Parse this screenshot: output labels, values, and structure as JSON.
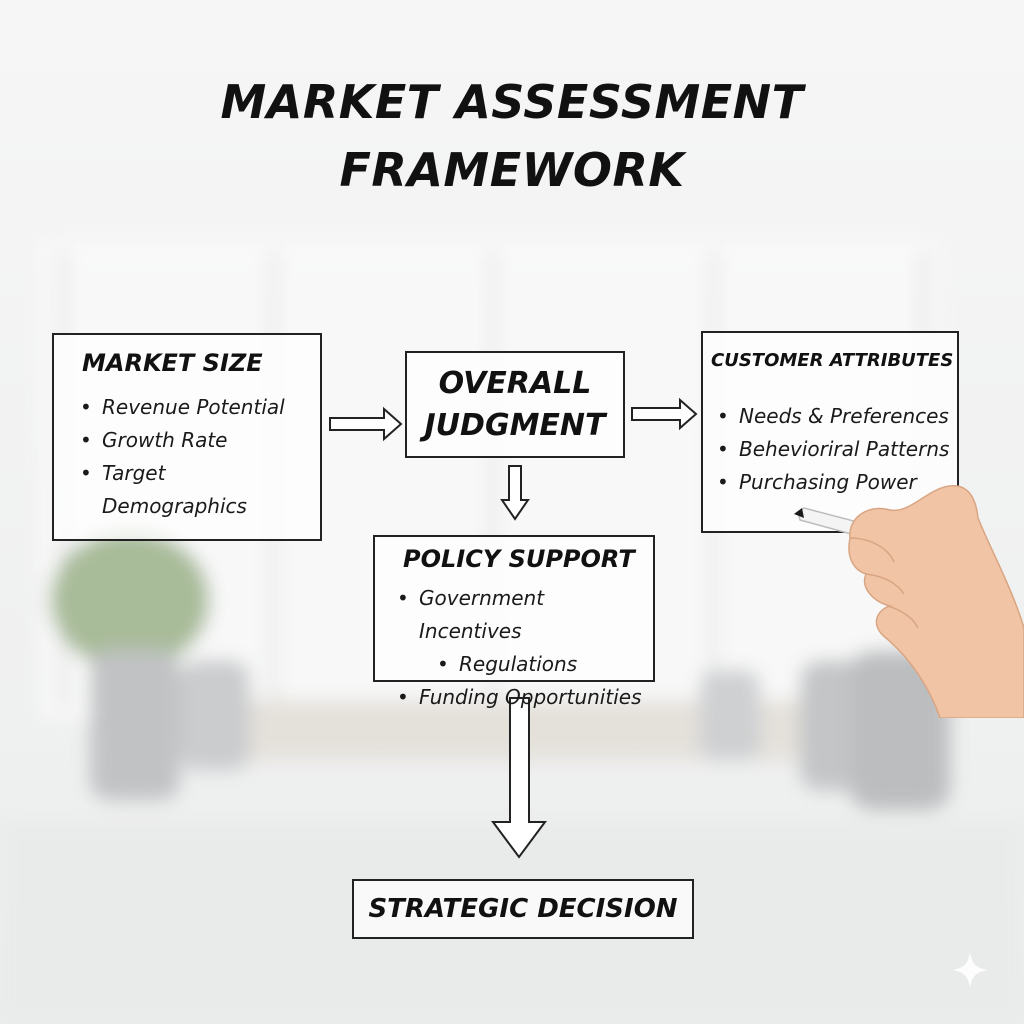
{
  "title": {
    "line1": "MARKET ASSESSMENT",
    "line2": "FRAMEWORK"
  },
  "nodes": {
    "market_size": {
      "heading": "MARKET SIZE",
      "items": [
        "Revenue Potential",
        "Growth Rate",
        "Target",
        "Demographics"
      ]
    },
    "overall_judgment": {
      "line1": "OVERALL",
      "line2": "JUDGMENT"
    },
    "customer_attributes": {
      "heading": "CUSTOMER ATTRIBUTES",
      "items": [
        "Needs & Preferences",
        "Behevioriral Patterns",
        "Purchasing Power"
      ]
    },
    "policy_support": {
      "heading": "POLICY SUPPORT",
      "items": [
        "Government Incentives",
        "Regulations",
        "Funding Opportunities"
      ]
    },
    "strategic_decision": {
      "label": "STRATEGIC DECISION"
    }
  },
  "bullet": "•",
  "edges": [
    {
      "from": "market_size",
      "to": "overall_judgment"
    },
    {
      "from": "overall_judgment",
      "to": "customer_attributes"
    },
    {
      "from": "overall_judgment",
      "to": "policy_support"
    },
    {
      "from": "policy_support",
      "to": "strategic_decision"
    }
  ],
  "colors": {
    "ink": "#141414",
    "marker_cap": "#1ea7c9",
    "skin": "#f0c4a4"
  }
}
